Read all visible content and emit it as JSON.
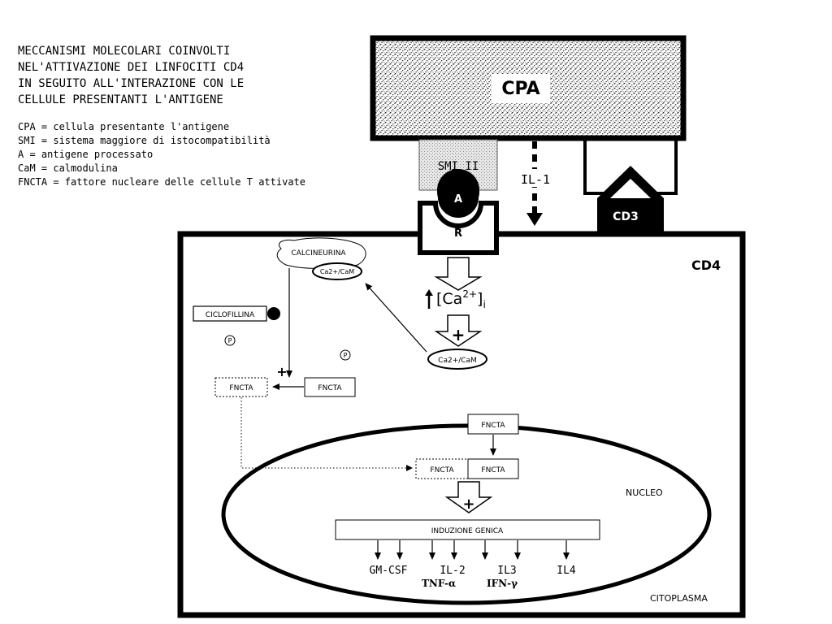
{
  "header": {
    "title_lines": [
      "MECCANISMI MOLECOLARI COINVOLTI",
      "NEL'ATTIVAZIONE DEI LINFOCITI CD4",
      "IN SEGUITO ALL'INTERAZIONE CON LE",
      "CELLULE PRESENTANTI L'ANTIGENE"
    ]
  },
  "legend": {
    "lines": [
      "CPA = cellula presentante l'antigene",
      "SMI = sistema maggiore di istocompatibilità",
      "A = antigene processato",
      "CaM = calmodulina",
      "FNCTA = fattore nucleare delle cellule T attivate"
    ]
  },
  "labels": {
    "cpa": "CPA",
    "smi": "SMI II",
    "antigen": "A",
    "receptor": "R",
    "il1": "IL-1",
    "cd3": "CD3",
    "cd4": "CD4",
    "ca_base": "[Ca",
    "ca_sup": "2+",
    "ca_close": "]",
    "ca_sub": "i",
    "plus": "+",
    "ca_cam": "Ca2+/CaM",
    "calcineurina": "CALCINEURINA",
    "ciclofillina": "CICLOFILLINA",
    "phospho": "P",
    "fncta": "FNCTA",
    "nucleo": "NUCLEO",
    "citoplasma": "CITOPLASMA",
    "induzione": "INDUZIONE GENICA"
  },
  "genes": {
    "row1": [
      "GM-CSF",
      "IL-2",
      "IL3",
      "IL4"
    ],
    "row2": [
      "TNF-α",
      "IFN-γ"
    ]
  }
}
